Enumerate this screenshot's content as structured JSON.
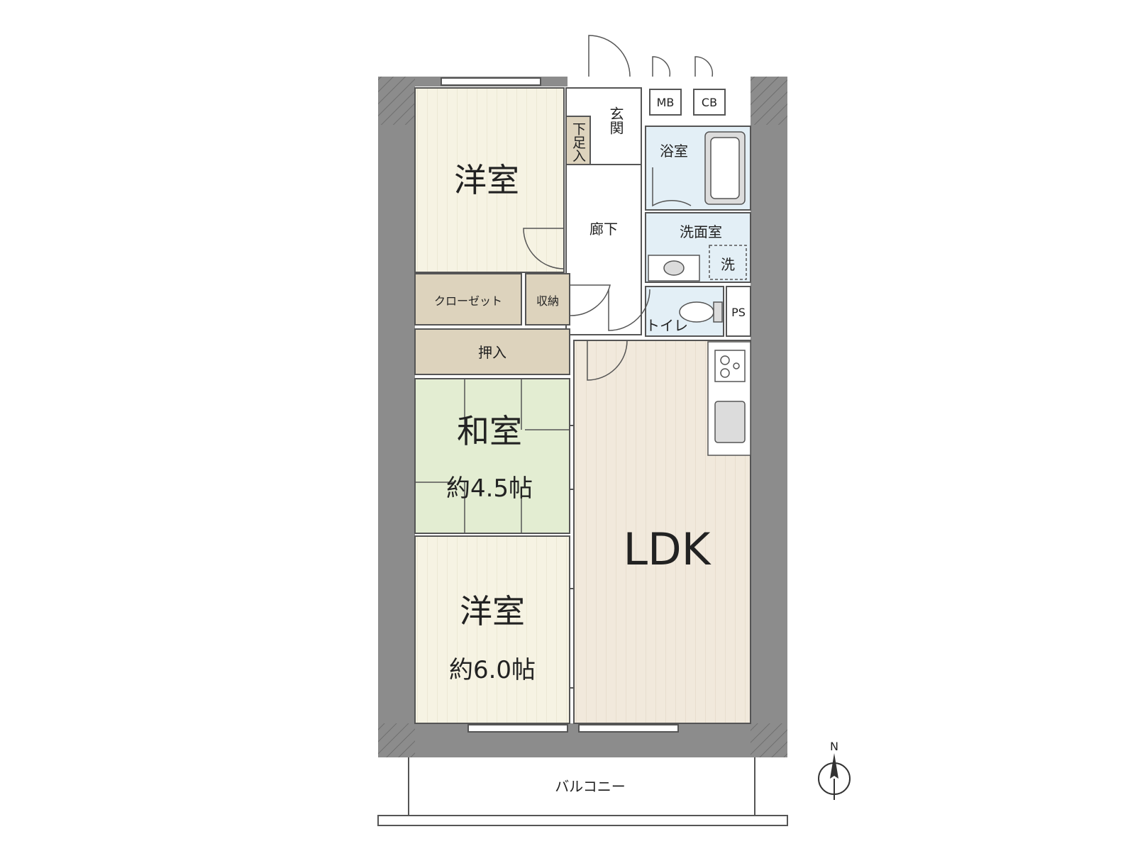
{
  "rooms": {
    "western_north": {
      "name": "洋室"
    },
    "entrance": {
      "name": "玄関"
    },
    "shoe_storage": {
      "name": "下足入"
    },
    "corridor": {
      "name": "廊下"
    },
    "bath": {
      "name": "浴室"
    },
    "washroom": {
      "name": "洗面室"
    },
    "washer": {
      "name": "洗"
    },
    "closet": {
      "name": "クローゼット"
    },
    "storage": {
      "name": "収納"
    },
    "toilet": {
      "name": "トイレ"
    },
    "pipe_space": {
      "name": "PS"
    },
    "oshiire": {
      "name": "押入"
    },
    "japanese": {
      "name": "和室",
      "size": "約4.5帖"
    },
    "western_south": {
      "name": "洋室",
      "size": "約6.0帖"
    },
    "ldk": {
      "name": "LDK"
    },
    "balcony": {
      "name": "バルコニー"
    }
  },
  "meter_boxes": {
    "mb": "MB",
    "cb": "CB"
  },
  "compass": {
    "north": "N"
  },
  "colors": {
    "wall": "#8c8c8c",
    "wall_dark": "#7a7a7a",
    "western_floor": "#f6f3e3",
    "japanese_floor": "#e3edd2",
    "ldk_floor": "#f1e9dc",
    "storage_fill": "#ddd3bd",
    "wet_area": "#e3eff6",
    "fixture": "#dcdcdc"
  },
  "icons": [
    "compass-icon",
    "stove-icon",
    "sink-icon",
    "bathtub-icon",
    "toilet-icon",
    "washbasin-icon"
  ]
}
